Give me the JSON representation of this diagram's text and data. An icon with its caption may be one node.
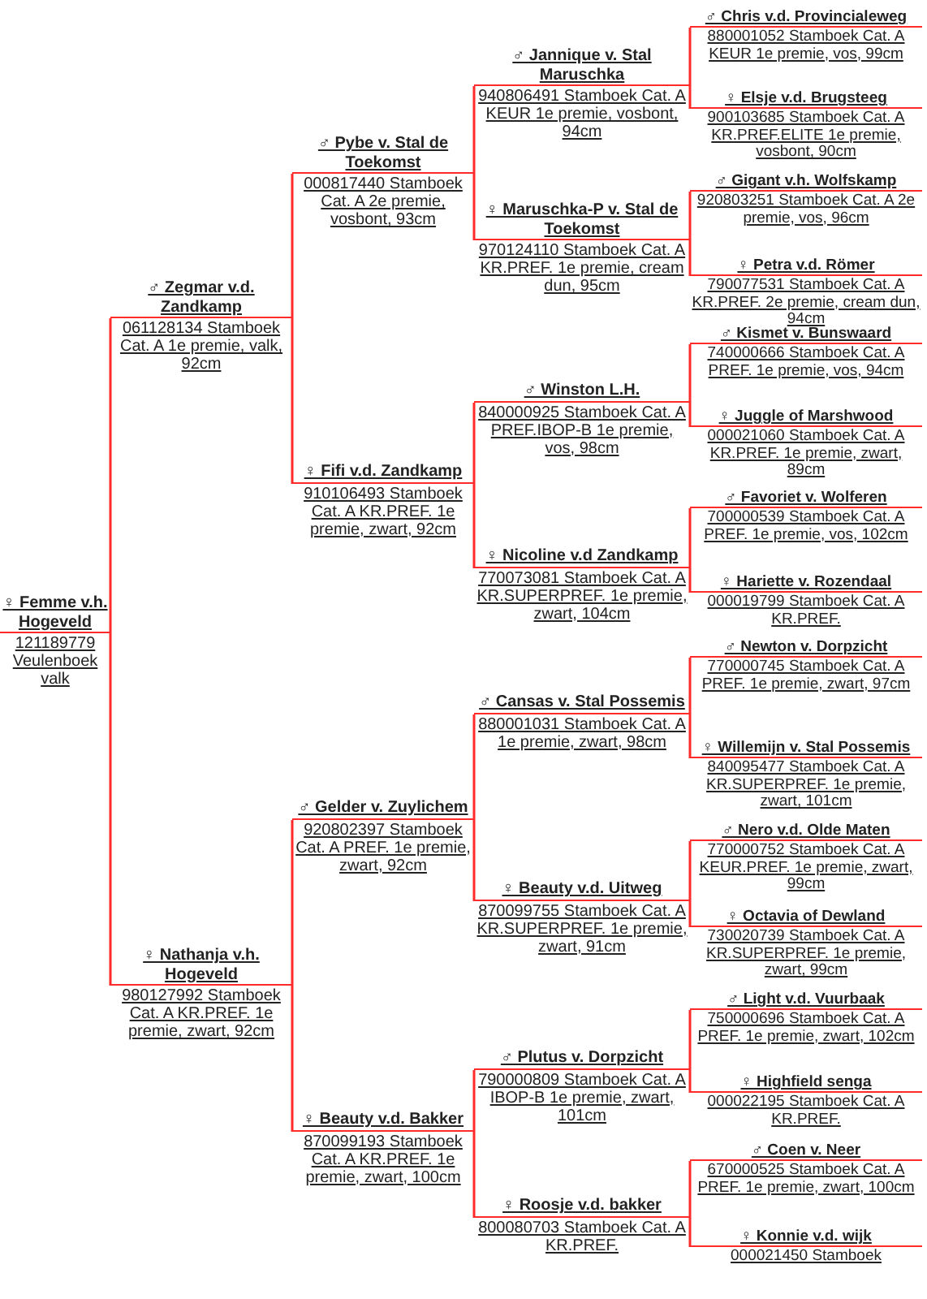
{
  "diagram": {
    "nodes": [
      {
        "text": [
          "♀ Femme v.h. Hogeveld",
          "121189779 Veulenboek valk"
        ]
      },
      {
        "text": [
          "♂ Zegmar v.d. Zandkamp",
          "061128134 Stamboek Cat. A 1e premie, valk, 92cm"
        ]
      },
      {
        "text": [
          "♂ Pybe v. Stal de Toekomst",
          "000817440 Stamboek Cat. A 2e premie, vosbont, 93cm"
        ]
      },
      {
        "text": [
          "♂ Jannique v. Stal Maruschka",
          "940806491 Stamboek Cat. A KEUR 1e premie, vosbont, 94cm"
        ]
      },
      {
        "text": [
          "♂ Chris v.d. Provincialeweg",
          "880001052 Stamboek Cat. A KEUR 1e premie, vos, 99cm"
        ]
      },
      {
        "text": [
          "♀ Elsje v.d. Brugsteeg",
          "900103685 Stamboek Cat. A KR.PREF.ELITE 1e premie, vosbont, 90cm"
        ]
      },
      {
        "text": [
          "♀ Maruschka-P v. Stal de Toekomst",
          "970124110 Stamboek Cat. A KR.PREF. 1e premie, cream dun, 95cm"
        ]
      },
      {
        "text": [
          "♂ Gigant v.h. Wolfskamp",
          "920803251 Stamboek Cat. A 2e premie, vos, 96cm"
        ]
      },
      {
        "text": [
          "♀ Petra v.d. Römer",
          "790077531 Stamboek Cat. A KR.PREF. 2e premie, cream dun, 94cm"
        ]
      },
      {
        "text": [
          "♀ Fifi v.d. Zandkamp",
          "910106493 Stamboek Cat. A KR.PREF. 1e premie, zwart, 92cm"
        ]
      },
      {
        "text": [
          "♂ Winston L.H.",
          "840000925 Stamboek Cat. A PREF.IBOP-B 1e premie, vos, 98cm"
        ]
      },
      {
        "text": [
          "♂ Kismet v. Bunswaard",
          "740000666 Stamboek Cat. A PREF. 1e premie, vos, 94cm"
        ]
      },
      {
        "text": [
          "♀ Juggle of Marshwood",
          "000021060 Stamboek Cat. A KR.PREF. 1e premie, zwart, 89cm"
        ]
      },
      {
        "text": [
          "♀ Nicoline v.d Zandkamp",
          "770073081 Stamboek Cat. A KR.SUPERPREF. 1e premie, zwart, 104cm"
        ]
      },
      {
        "text": [
          "♂ Favoriet v. Wolferen",
          "700000539 Stamboek Cat. A PREF. 1e premie, vos, 102cm"
        ]
      },
      {
        "text": [
          "♀ Hariette v. Rozendaal",
          "000019799 Stamboek Cat. A KR.PREF."
        ]
      },
      {
        "text": [
          "♀ Nathanja v.h. Hogeveld",
          "980127992 Stamboek Cat. A KR.PREF. 1e premie, zwart, 92cm"
        ]
      },
      {
        "text": [
          "♂ Gelder v. Zuylichem",
          "920802397 Stamboek Cat. A PREF. 1e premie, zwart, 92cm"
        ]
      },
      {
        "text": [
          "♂ Cansas v. Stal Possemis",
          "880001031 Stamboek Cat. A 1e premie, zwart, 98cm"
        ]
      },
      {
        "text": [
          "♂ Newton v. Dorpzicht",
          "770000745 Stamboek Cat. A PREF. 1e premie, zwart, 97cm"
        ]
      },
      {
        "text": [
          "♀ Willemijn v. Stal Possemis",
          "840095477 Stamboek Cat. A KR.SUPERPREF. 1e premie, zwart, 101cm"
        ]
      },
      {
        "text": [
          "♀ Beauty v.d. Uitweg",
          "870099755 Stamboek Cat. A KR.SUPERPREF. 1e premie, zwart, 91cm"
        ]
      },
      {
        "text": [
          "♂ Nero v.d. Olde Maten",
          "770000752 Stamboek Cat. A KEUR.PREF. 1e premie, zwart, 99cm"
        ]
      },
      {
        "text": [
          "♀ Octavia of Dewland",
          "730020739 Stamboek Cat. A KR.SUPERPREF. 1e premie, zwart, 99cm"
        ]
      },
      {
        "text": [
          "♀ Beauty v.d. Bakker",
          "870099193 Stamboek Cat. A KR.PREF. 1e premie, zwart, 100cm"
        ]
      },
      {
        "text": [
          "♂ Plutus v. Dorpzicht",
          "790000809 Stamboek Cat. A IBOP-B 1e premie, zwart, 101cm"
        ]
      },
      {
        "text": [
          "♂ Light v.d. Vuurbaak",
          "750000696 Stamboek Cat. A PREF. 1e premie, zwart, 102cm"
        ]
      },
      {
        "text": [
          "♀ Highfield senga",
          "000022195 Stamboek Cat. A KR.PREF."
        ]
      },
      {
        "text": [
          "♀ Roosje v.d. bakker",
          "800080703 Stamboek Cat. A KR.PREF."
        ]
      },
      {
        "text": [
          "♂ Coen v. Neer",
          "670000525 Stamboek Cat. A PREF. 1e premie, zwart, 100cm"
        ]
      },
      {
        "text": [
          "♀ Konnie v.d. wijk",
          "000021450 Stamboek"
        ]
      }
    ],
    "edges": [
      {
        "from": 0,
        "to": 1,
        "arrow": "none"
      },
      {
        "from": 0,
        "to": 16,
        "arrow": "none"
      },
      {
        "from": 1,
        "to": 2,
        "arrow": "none"
      },
      {
        "from": 1,
        "to": 9,
        "arrow": "none"
      },
      {
        "from": 2,
        "to": 3,
        "arrow": "none"
      },
      {
        "from": 2,
        "to": 6,
        "arrow": "none"
      },
      {
        "from": 3,
        "to": 4,
        "arrow": "none"
      },
      {
        "from": 3,
        "to": 5,
        "arrow": "none"
      },
      {
        "from": 6,
        "to": 7,
        "arrow": "none"
      },
      {
        "from": 6,
        "to": 8,
        "arrow": "none"
      },
      {
        "from": 9,
        "to": 10,
        "arrow": "none"
      },
      {
        "from": 9,
        "to": 13,
        "arrow": "none"
      },
      {
        "from": 10,
        "to": 11,
        "arrow": "none"
      },
      {
        "from": 10,
        "to": 12,
        "arrow": "none"
      },
      {
        "from": 13,
        "to": 14,
        "arrow": "none"
      },
      {
        "from": 13,
        "to": 15,
        "arrow": "none"
      },
      {
        "from": 16,
        "to": 17,
        "arrow": "none"
      },
      {
        "from": 16,
        "to": 24,
        "arrow": "none"
      },
      {
        "from": 17,
        "to": 18,
        "arrow": "none"
      },
      {
        "from": 17,
        "to": 21,
        "arrow": "none"
      },
      {
        "from": 18,
        "to": 19,
        "arrow": "none"
      },
      {
        "from": 18,
        "to": 20,
        "arrow": "none"
      },
      {
        "from": 21,
        "to": 22,
        "arrow": "none"
      },
      {
        "from": 21,
        "to": 23,
        "arrow": "none"
      },
      {
        "from": 24,
        "to": 25,
        "arrow": "none"
      },
      {
        "from": 24,
        "to": 28,
        "arrow": "none"
      },
      {
        "from": 25,
        "to": 26,
        "arrow": "none"
      },
      {
        "from": 25,
        "to": 27,
        "arrow": "none"
      },
      {
        "from": 28,
        "to": 29,
        "arrow": "none"
      },
      {
        "from": 28,
        "to": 30,
        "arrow": "none"
      }
    ]
  }
}
